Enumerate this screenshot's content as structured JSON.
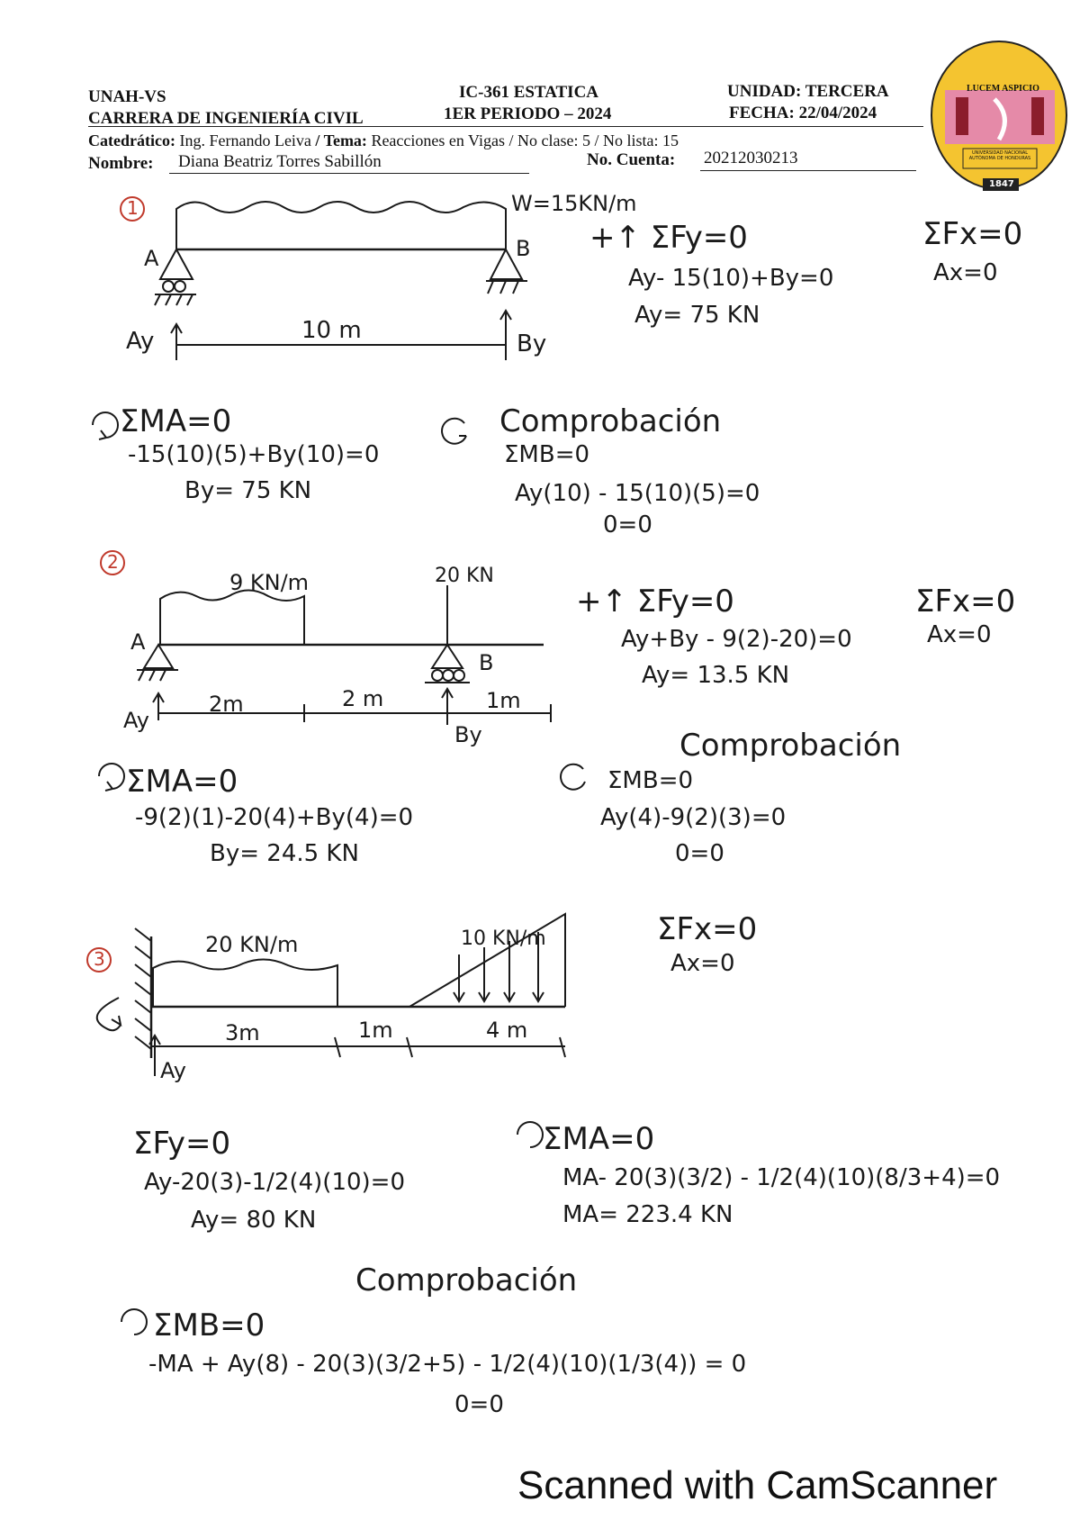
{
  "header": {
    "unah": "UNAH-VS",
    "career": "CARRERA DE INGENIERÍA CIVIL",
    "course": "IC-361 ESTATICA",
    "period": "1ER PERIODO – 2024",
    "unit": "UNIDAD: TERCERA",
    "date": "FECHA: 22/04/2024",
    "catedratico_label": "Catedrático:",
    "catedratico": "Ing. Fernando Leiva",
    "tema_label": "/ Tema:",
    "tema": "Reacciones en Vigas",
    "clase_label": "/ No clase: 5 / No lista: 15",
    "nombre_label": "Nombre:",
    "nombre": "Diana Beatriz Torres Sabillón",
    "cuenta_label": "No. Cuenta:",
    "cuenta": "20212030213"
  },
  "seal": {
    "top_text": "LUCEM ASPICIO",
    "mid_text": "UNIVERSIDAD NACIONAL AUTÓNOMA DE HONDURAS",
    "year": "1847"
  },
  "problem1": {
    "number": "1",
    "load": "W=15KN/m",
    "label_a": "A",
    "label_b": "B",
    "span": "10 m",
    "ay": "Ay",
    "by": "By",
    "sum_fy": "+↑ ΣFy=0",
    "eq_fy": "Ay- 15(10)+By=0",
    "res_ay": "Ay= 75 KN",
    "sum_fx": "ΣFx=0",
    "res_ax": "Ax=0",
    "sum_ma": "ΣMA=0",
    "eq_ma": "-15(10)(5)+By(10)=0",
    "res_by": "By= 75 KN",
    "comp_title": "Comprobación",
    "sum_mb": "ΣMB=0",
    "eq_mb": "Ay(10) - 15(10)(5)=0",
    "res_check": "0=0"
  },
  "problem2": {
    "number": "2",
    "load": "9 KN/m",
    "point_load": "20 KN",
    "label_a": "A",
    "label_b": "B",
    "span1": "2m",
    "span2": "2 m",
    "span3": "1m",
    "ay": "Ay",
    "by": "By",
    "sum_fy": "+↑ ΣFy=0",
    "eq_fy": "Ay+By - 9(2)-20)=0",
    "res_ay": "Ay= 13.5 KN",
    "sum_fx": "ΣFx=0",
    "res_ax": "Ax=0",
    "sum_ma": "ΣMA=0",
    "eq_ma": "-9(2)(1)-20(4)+By(4)=0",
    "res_by": "By= 24.5 KN",
    "comp_title": "Comprobación",
    "sum_mb": "ΣMB=0",
    "eq_mb": "Ay(4)-9(2)(3)=0",
    "res_check": "0=0"
  },
  "problem3": {
    "number": "3",
    "load_udl": "20 KN/m",
    "load_tri": "10 KN/m",
    "span1": "3m",
    "span2": "1m",
    "span3": "4 m",
    "ay": "Ay",
    "sum_fx": "ΣFx=0",
    "res_ax": "Ax=0",
    "sum_fy": "ΣFy=0",
    "eq_fy": "Ay-20(3)-1/2(4)(10)=0",
    "res_ay": "Ay= 80 KN",
    "sum_ma": "ΣMA=0",
    "eq_ma": "MA- 20(3)(3/2) - 1/2(4)(10)(8/3+4)=0",
    "res_ma": "MA= 223.4 KN",
    "comp_title": "Comprobación",
    "sum_mb": "ΣMB=0",
    "eq_mb": "-MA + Ay(8) - 20(3)(3/2+5) - 1/2(4)(10)(1/3(4)) = 0",
    "res_check": "0=0"
  },
  "footer": "Scanned with CamScanner"
}
